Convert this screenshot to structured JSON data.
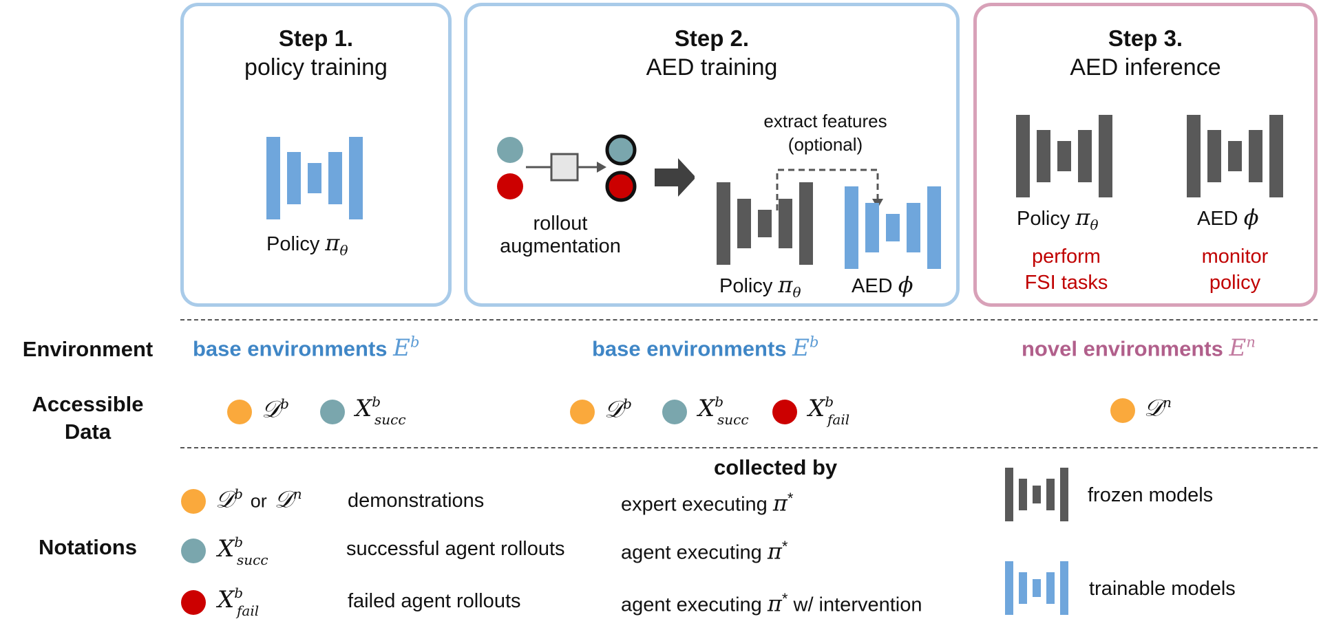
{
  "steps": [
    {
      "title": "Step 1.",
      "subtitle": "policy training",
      "model_label": "Policy",
      "model_symbol": "π",
      "model_sub": "θ"
    },
    {
      "title": "Step 2.",
      "subtitle": "AED training",
      "extract_label_1": "extract features",
      "extract_label_2": "(optional)",
      "rollout_label_1": "rollout",
      "rollout_label_2": "augmentation",
      "policy_label": "Policy",
      "policy_symbol": "π",
      "policy_sub": "θ",
      "aed_label": "AED",
      "aed_symbol": "ϕ"
    },
    {
      "title": "Step 3.",
      "subtitle": "AED inference",
      "policy_label": "Policy",
      "policy_symbol": "π",
      "policy_sub": "θ",
      "aed_label": "AED",
      "aed_symbol": "ϕ",
      "policy_role_1": "perform",
      "policy_role_2": "FSI tasks",
      "aed_role_1": "monitor",
      "aed_role_2": "policy"
    }
  ],
  "rows": {
    "environment_label": "Environment",
    "accessible_label_1": "Accessible",
    "accessible_label_2": "Data",
    "notations_label": "Notations"
  },
  "environments": [
    {
      "text": "base environments",
      "symbol": "E",
      "sup": "b"
    },
    {
      "text": "base environments",
      "symbol": "E",
      "sup": "b"
    },
    {
      "text": "novel environments",
      "symbol": "E",
      "sup": "n"
    }
  ],
  "data_symbols": {
    "D": "𝒟",
    "X": "X",
    "b": "b",
    "n": "n",
    "succ": "succ",
    "fail": "fail"
  },
  "notations": {
    "collected_by_header": "collected by",
    "or_text": "or",
    "items": [
      {
        "description": "demonstrations",
        "collected_by": "expert executing"
      },
      {
        "description": "successful agent rollouts",
        "collected_by": "agent executing"
      },
      {
        "description": "failed agent rollouts",
        "collected_by": "agent executing",
        "suffix": "w/ intervention"
      }
    ],
    "pi_star": "π",
    "star": "*",
    "legend": [
      {
        "label": "frozen models",
        "color": "#595959"
      },
      {
        "label": "trainable models",
        "color": "#6fa6dc"
      }
    ]
  },
  "colors": {
    "blue_border": "#a9cbe9",
    "pink_border": "#d8a1b8",
    "orange": "#faa93c",
    "teal": "#7aa6ad",
    "red": "#cc0000",
    "frozen": "#595959",
    "trainable": "#6fa6dc"
  }
}
